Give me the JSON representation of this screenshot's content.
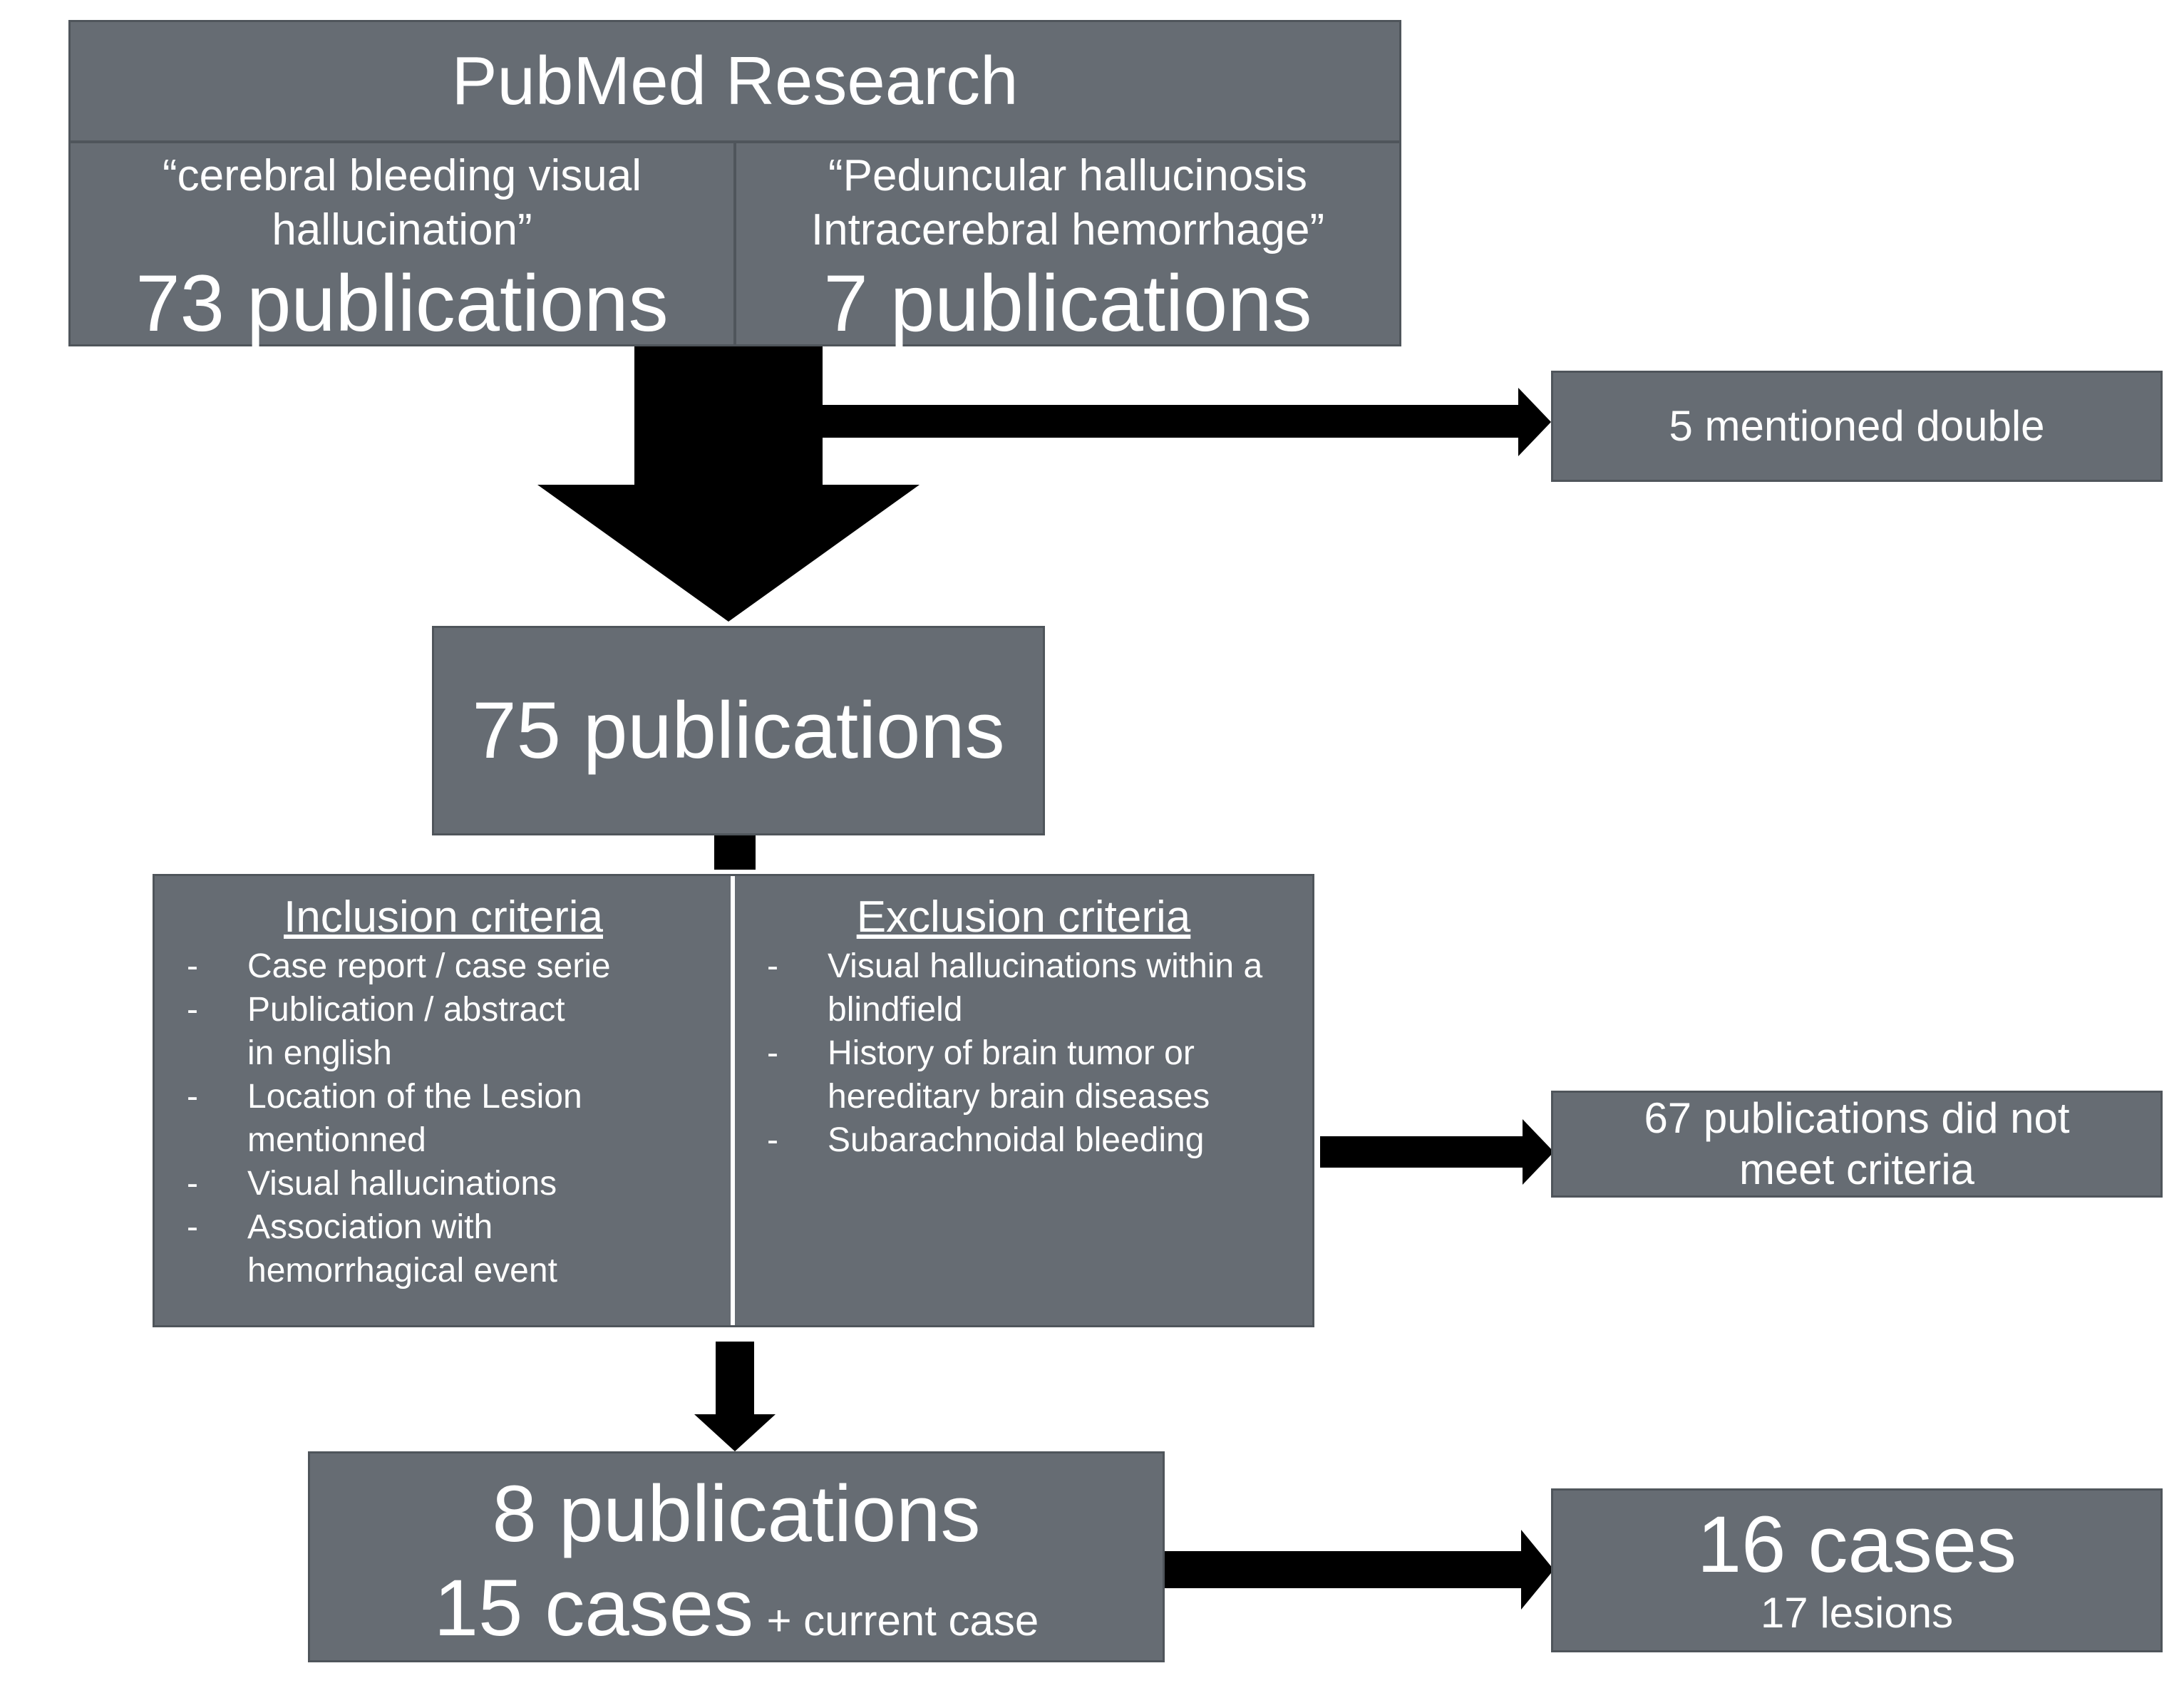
{
  "top": {
    "title": "PubMed Research",
    "left_query": "“cerebral bleeding visual\nhallucination”",
    "left_count": "73 publications",
    "right_query": "“Peduncular hallucinosis\nIntracerebral hemorrhage”",
    "right_count": "7 publications"
  },
  "duplicates": {
    "label": "5 mentioned double"
  },
  "merged": {
    "label": "75 publications"
  },
  "criteria": {
    "inclusion_title": "Inclusion criteria",
    "inclusion": [
      "Case report / case serie",
      "Publication / abstract in english",
      "Location of the Lesion mentionned",
      "Visual hallucinations",
      "Association with hemorrhagical event"
    ],
    "exclusion_title": "Exclusion criteria",
    "exclusion": [
      "Visual hallucinations within a blindfield",
      "History of brain tumor or hereditary brain diseases",
      "Subarachnoidal bleeding"
    ]
  },
  "excluded": {
    "label": "67 publications did not meet criteria"
  },
  "result": {
    "line1": "8 publications",
    "cases": "15 cases",
    "plus": "+ current case"
  },
  "final": {
    "cases": "16 cases",
    "lesions": "17 lesions"
  },
  "colors": {
    "box": "#666c73",
    "arrow": "#000000",
    "text": "#ffffff"
  }
}
